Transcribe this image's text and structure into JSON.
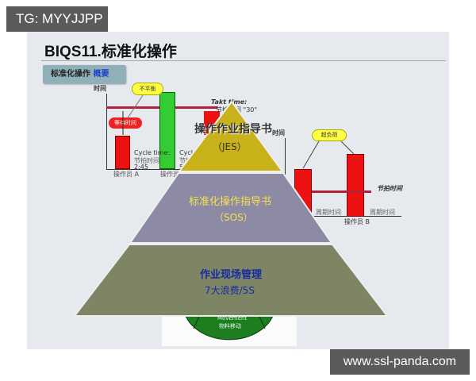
{
  "watermark_top": "TG: MYYJJPP",
  "watermark_bottom": "www.ssl-panda.com",
  "slide": {
    "title": "BIQS11.标准化操作",
    "subtab": {
      "label": "标准化操作",
      "highlight": "概要"
    }
  },
  "chart_left": {
    "y_label": "时间",
    "callout_unbalanced": "不平衡",
    "callout_wait": "等待时间",
    "takt_label_en": "Takt time:",
    "takt_label_cn": "节拍时间 \"30\"",
    "cycle_a_en": "Cycle time:",
    "cycle_a_cn": "节拍时间",
    "cycle_a_val": "2:45",
    "cycle_b_en": "Cycle",
    "cycle_b_cn": "节拍",
    "cycle_b_val": "5",
    "operator_a": "操作员 A",
    "operator_b": "操作员"
  },
  "chart_right": {
    "y_label": "时间",
    "callout_overload": "超负荷",
    "takt_label": "节拍时间",
    "cycle_label_1": "周期时间",
    "cycle_label_2": "周期时间",
    "operator": "操作员 B"
  },
  "pyramid": {
    "top": {
      "line1": "操作作业指导书",
      "line2": "（JES）",
      "color": "#c9b11a"
    },
    "middle": {
      "line1": "标准化操作指导书",
      "line2": "（SOS）",
      "color": "#8d8aa6"
    },
    "bottom": {
      "line1": "作业现场管理",
      "line2": "7大浪费/5S",
      "color": "#7d8565"
    }
  },
  "wheel": {
    "label_en": "Movement",
    "label_cn": "物料移动",
    "color": "#1e7d1e"
  }
}
